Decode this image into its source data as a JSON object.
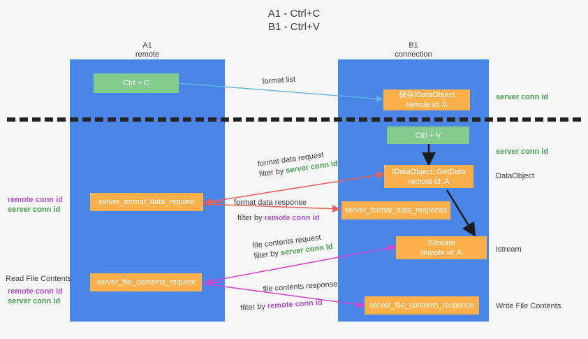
{
  "title": {
    "line1": "A1 - Ctrl+C",
    "line2": "B1 - Ctrl+V"
  },
  "lanes": [
    {
      "name": "A1",
      "sub": "remote",
      "color": "#4a86e8"
    },
    {
      "name": "B1",
      "sub": "connection",
      "color": "#4a86e8"
    }
  ],
  "colors": {
    "lane": "#4a86e8",
    "green_box": "#83cc8e",
    "orange_box": "#fcaf4b",
    "green_text": "#46a04f",
    "purple_text": "#b34fd4",
    "red_arrow": "#e8635a",
    "magenta_arrow": "#cc46cc",
    "blue_arrow": "#66b3e0",
    "black_arrow": "#1c1c1c",
    "background": "#f7f7f7"
  },
  "nodes": {
    "ctrl_c": {
      "label": "Ctrl + C",
      "sub": ""
    },
    "idataobject": {
      "label": "保存IDataObject",
      "sub": "remote id: A"
    },
    "ctrl_v": {
      "label": "Ctrl + V",
      "sub": ""
    },
    "getdata": {
      "label": "IDataObject::GetData",
      "sub": "remote id: A"
    },
    "istream": {
      "label": "IStream",
      "sub": "remote id: A"
    },
    "server_format_data_request": {
      "label": "server_format_data_request",
      "sub": ""
    },
    "server_format_data_response": {
      "label": "server_format_data_response",
      "sub": ""
    },
    "server_file_contents_request": {
      "label": "server_file_contents_request",
      "sub": ""
    },
    "server_file_contents_response": {
      "label": "server_file_contents_response",
      "sub": ""
    }
  },
  "right_annotations": [
    {
      "text": "server conn id",
      "style": "green"
    },
    {
      "text": "server conn id",
      "style": "green"
    },
    {
      "text": "DataObject",
      "style": "plain"
    },
    {
      "text": "Istream",
      "style": "plain"
    },
    {
      "text": "Write File Contents",
      "style": "plain"
    }
  ],
  "left_annotations": {
    "group1": [
      {
        "text": "remote conn id",
        "style": "purple"
      },
      {
        "text": "server conn id",
        "style": "green"
      }
    ],
    "read_file_contents": "Read File Contents",
    "group2": [
      {
        "text": "remote conn id",
        "style": "purple"
      },
      {
        "text": "server conn id",
        "style": "green"
      }
    ]
  },
  "edge_labels": {
    "format_list": "format list",
    "format_data_request": {
      "line1": "format data request",
      "line2_prefix": "filter by ",
      "line2_value": "server conn id"
    },
    "format_data_response": {
      "line1": "format data response",
      "line2_prefix": "filter by ",
      "line2_value": "remote conn id"
    },
    "file_contents_request": {
      "line1": "file contents request",
      "line2_prefix": "filter by ",
      "line2_value": "server conn id"
    },
    "file_contents_response": {
      "line1": "file contents response",
      "line2_prefix": "filter by ",
      "line2_value": "remote conn id"
    }
  }
}
